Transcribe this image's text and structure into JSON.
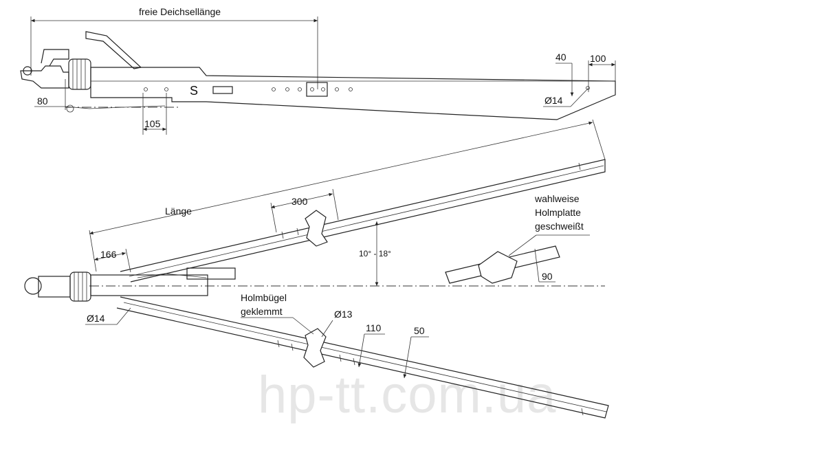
{
  "labels": {
    "free_drawbar_length": "freie Deichsellänge",
    "dim_40": "40",
    "dim_100": "100",
    "dim_80": "80",
    "dim_105": "105",
    "dia_14_top": "Ø14",
    "length": "Länge",
    "dim_300": "300",
    "dim_166": "166",
    "angle": "10° - 18°",
    "optional_welded_1": "wahlweise",
    "optional_welded_2": "Holmplatte",
    "optional_welded_3": "geschweißt",
    "dim_90": "90",
    "clamp_1": "Holmbügel",
    "clamp_2": "geklemmt",
    "dia_13": "Ø13",
    "dim_110": "110",
    "dim_50": "50",
    "dia_14_bottom": "Ø14"
  },
  "watermark": "hp-tt.com.ua",
  "colors": {
    "line": "#222222",
    "text": "#111111",
    "watermark": "#e6e6e6"
  }
}
